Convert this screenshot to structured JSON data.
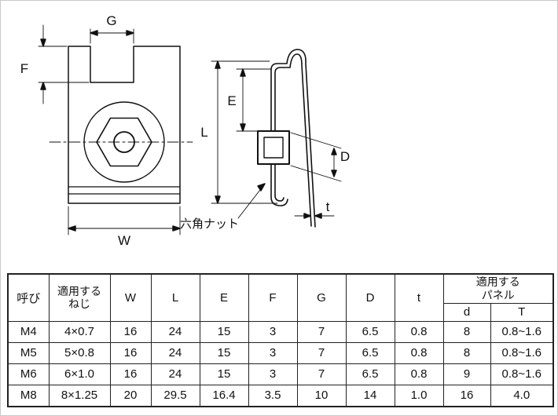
{
  "diagram": {
    "labels": {
      "G": "G",
      "F": "F",
      "W": "W",
      "L": "L",
      "E": "E",
      "D": "D",
      "t": "t",
      "hex_nut": "六角ナット"
    }
  },
  "table": {
    "headers": {
      "nominal": "呼び",
      "screw": "適用する\nねじ",
      "dims": [
        "W",
        "L",
        "E",
        "F",
        "G",
        "D",
        "t"
      ],
      "panel": "適用する\nパネル",
      "panel_sub": [
        "d",
        "T"
      ]
    },
    "rows": [
      {
        "nominal": "M4",
        "screw": "4×0.7",
        "values": [
          "16",
          "24",
          "15",
          "3",
          "7",
          "6.5",
          "0.8",
          "8",
          "0.8~1.6"
        ]
      },
      {
        "nominal": "M5",
        "screw": "5×0.8",
        "values": [
          "16",
          "24",
          "15",
          "3",
          "7",
          "6.5",
          "0.8",
          "8",
          "0.8~1.6"
        ]
      },
      {
        "nominal": "M6",
        "screw": "6×1.0",
        "values": [
          "16",
          "24",
          "15",
          "3",
          "7",
          "6.5",
          "0.8",
          "9",
          "0.8~1.6"
        ]
      },
      {
        "nominal": "M8",
        "screw": "8×1.25",
        "values": [
          "20",
          "29.5",
          "16.4",
          "3.5",
          "10",
          "14",
          "1.0",
          "16",
          "4.0"
        ]
      }
    ]
  }
}
